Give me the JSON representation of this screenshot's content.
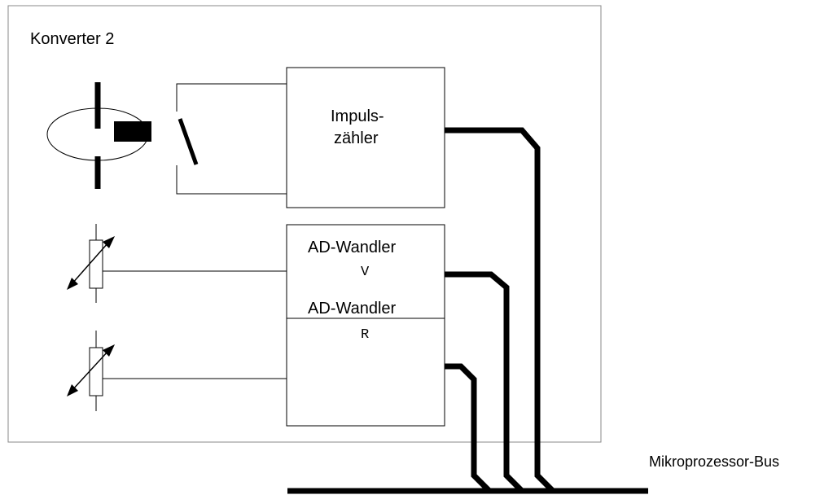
{
  "converter": {
    "title": "Konverter 2"
  },
  "pulse_counter": {
    "line1": "Impuls-",
    "line2": "zähler"
  },
  "ad_v": {
    "title": "AD-Wandler",
    "unit": "V"
  },
  "ad_r": {
    "title": "AD-Wandler",
    "unit": "R"
  },
  "bus": {
    "label": "Mikroprozessor-Bus"
  },
  "colors": {
    "frame": "#8a8a8a",
    "line": "#000000"
  }
}
